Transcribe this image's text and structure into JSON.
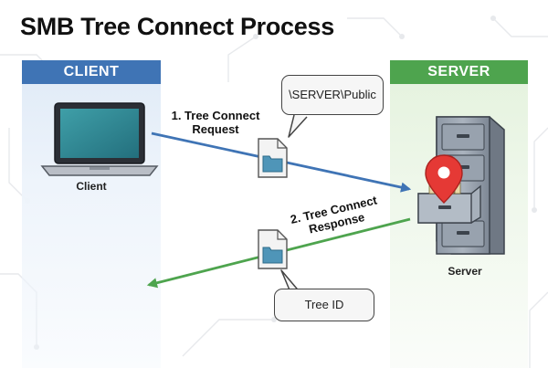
{
  "title": "SMB Tree Connect Process",
  "client": {
    "header": "CLIENT",
    "label": "Client"
  },
  "server": {
    "header": "SERVER",
    "label": "Server"
  },
  "request": {
    "label_line1": "1. Tree Connect",
    "label_line2": "Request",
    "bubble": "\\SERVER\\Public"
  },
  "response": {
    "label_line1": "2. Tree Connect",
    "label_line2": "Response",
    "bubble": "Tree ID"
  },
  "colors": {
    "client": "#3f74b5",
    "server": "#4ea44e",
    "request_arrow": "#3f74b5",
    "response_arrow": "#4ea44e",
    "pin": "#e53935"
  },
  "icons": [
    "laptop-icon",
    "file-cabinet-icon",
    "location-pin-icon",
    "folder-document-icon"
  ]
}
